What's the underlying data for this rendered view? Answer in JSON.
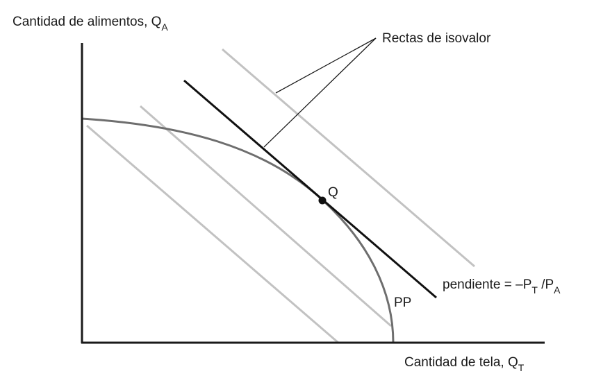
{
  "labels": {
    "y_axis": "Cantidad de alimentos, Q",
    "y_axis_sub": "A",
    "x_axis": "Cantidad de tela, Q",
    "x_axis_sub": "T",
    "isovalue_lines": "Rectas de isovalor",
    "point": "Q",
    "curve": "PP",
    "slope_prefix": "pendiente = –P",
    "slope_sub1": "T",
    "slope_mid": " /P",
    "slope_sub2": "A"
  },
  "colors": {
    "axis": "#1a1a1a",
    "curve": "#6e6e6e",
    "isovalue_gray": "#c2c2c2",
    "isovalue_tangent": "#111111"
  }
}
